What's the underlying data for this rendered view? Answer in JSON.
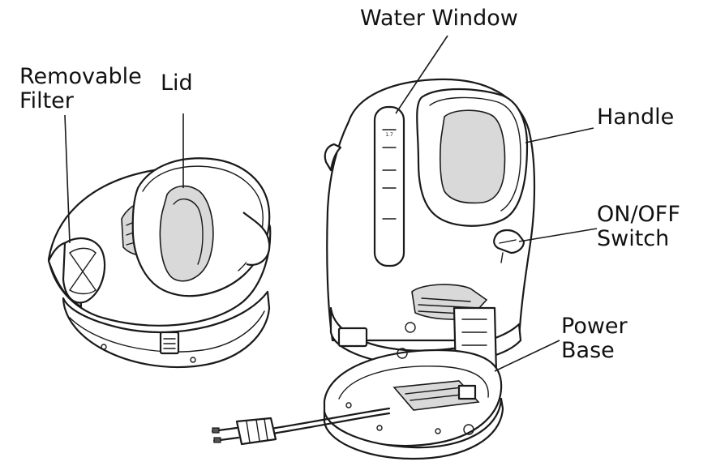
{
  "labels": {
    "removable_filter_line1": "Removable",
    "removable_filter_line2": "Filter",
    "lid": "Lid",
    "water_window": "Water Window",
    "handle": "Handle",
    "on_off_line1": "ON/OFF",
    "on_off_line2": "Switch",
    "power_base_line1": "Power",
    "power_base_line2": "Base"
  },
  "colors": {
    "line": "#1a1a1a",
    "background": "#ffffff",
    "shade": "#d9d9d9"
  }
}
